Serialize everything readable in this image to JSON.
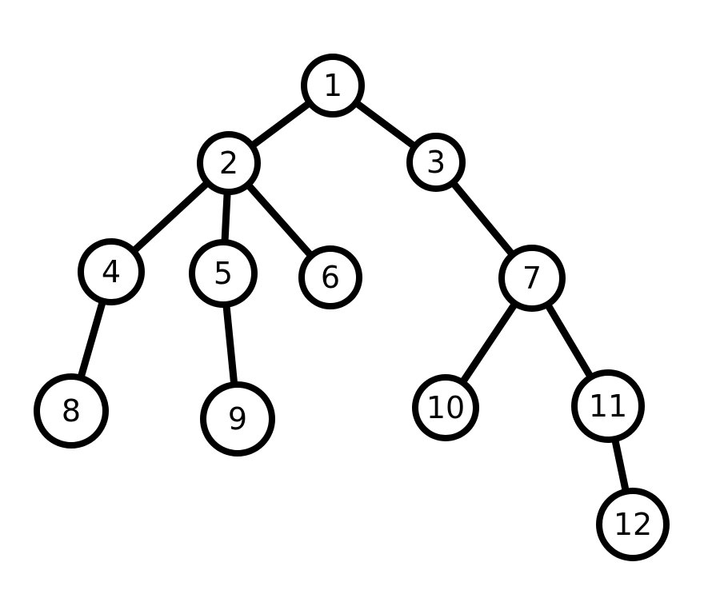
{
  "colors": {
    "background": "#ffffff",
    "node_fill": "#ffffff",
    "stroke": "#000000",
    "text": "#000000"
  },
  "tree": {
    "nodes": [
      {
        "id": "1",
        "label": "1"
      },
      {
        "id": "2",
        "label": "2"
      },
      {
        "id": "3",
        "label": "3"
      },
      {
        "id": "4",
        "label": "4"
      },
      {
        "id": "5",
        "label": "5"
      },
      {
        "id": "6",
        "label": "6"
      },
      {
        "id": "7",
        "label": "7"
      },
      {
        "id": "8",
        "label": "8"
      },
      {
        "id": "9",
        "label": "9"
      },
      {
        "id": "10",
        "label": "10"
      },
      {
        "id": "11",
        "label": "11"
      },
      {
        "id": "12",
        "label": "12"
      }
    ],
    "edges": [
      {
        "from": "1",
        "to": "2"
      },
      {
        "from": "1",
        "to": "3"
      },
      {
        "from": "2",
        "to": "4"
      },
      {
        "from": "2",
        "to": "5"
      },
      {
        "from": "2",
        "to": "6"
      },
      {
        "from": "3",
        "to": "7"
      },
      {
        "from": "4",
        "to": "8"
      },
      {
        "from": "5",
        "to": "9"
      },
      {
        "from": "7",
        "to": "10"
      },
      {
        "from": "7",
        "to": "11"
      },
      {
        "from": "11",
        "to": "12"
      }
    ]
  }
}
